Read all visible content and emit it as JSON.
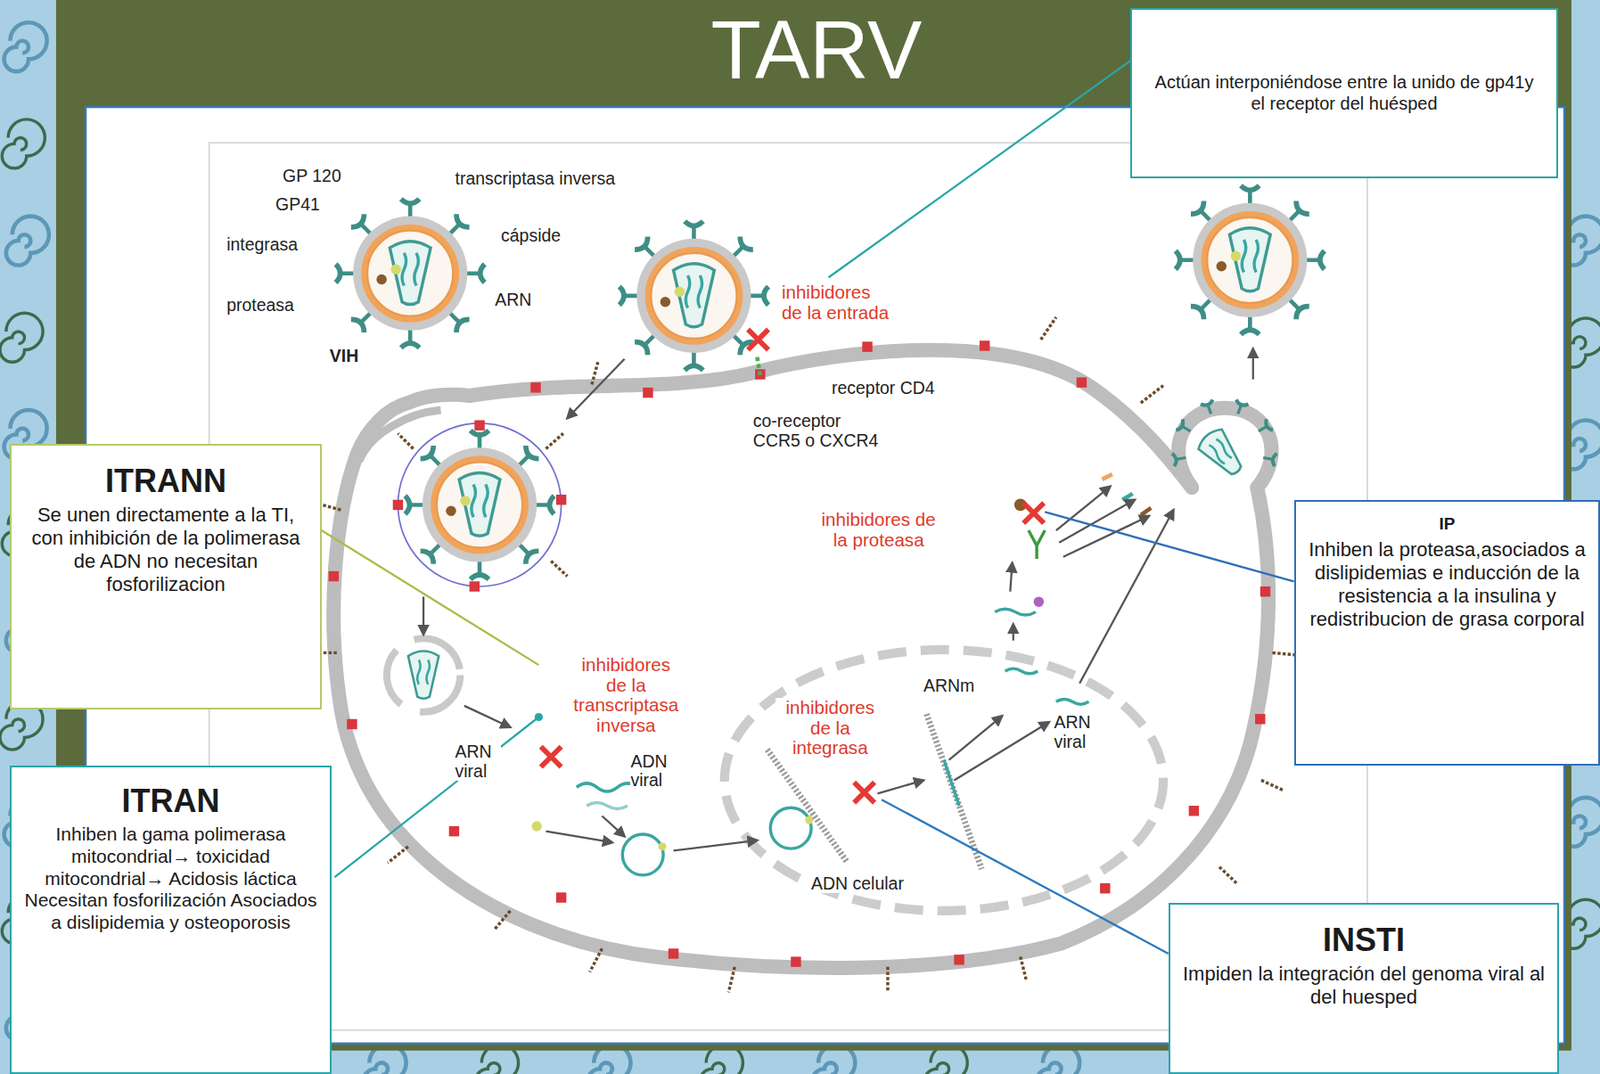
{
  "diagram": {
    "title": "TARV",
    "nodes": [
      {
        "text": [
          "Actúan interponiéndose entre la unido de gp41y el receptor del huésped"
        ]
      },
      {
        "text": [
          "ITRANN",
          "Se unen directamente a la TI, con inhibición de la polimerasa de ADN no necesitan fosforilizacion"
        ]
      },
      {
        "text": [
          "IP",
          "Inhiben la proteasa,asociados a dislipidemias e inducción de la resistencia a la insulina y redistribucion de grasa corporal"
        ]
      },
      {
        "text": [
          "ITRAN",
          "Inhiben la gama polimerasa mitocondrial→ toxicidad mitocondrial→ Acidosis láctica Necesitan fosforilización Asociados a dislipidemia y osteoporosis"
        ]
      },
      {
        "text": [
          "INSTI",
          "Impiden la integración del genoma viral al del huesped"
        ]
      }
    ],
    "labels": [
      "GP 120",
      "GP41",
      "transcriptasa inversa",
      "integrasa",
      "cápside",
      "proteasa",
      "ARN",
      "VIH",
      "inhibidores de la entrada",
      "receptor CD4",
      "co-receptor CCR5 o CXCR4",
      "inhibidores de la proteasa",
      "inhibidores de la transcriptasa inversa",
      "ARN viral",
      "ADN viral",
      "inhibidores de la integrasa",
      "ARNm",
      "ARN viral",
      "ADN celular"
    ]
  }
}
